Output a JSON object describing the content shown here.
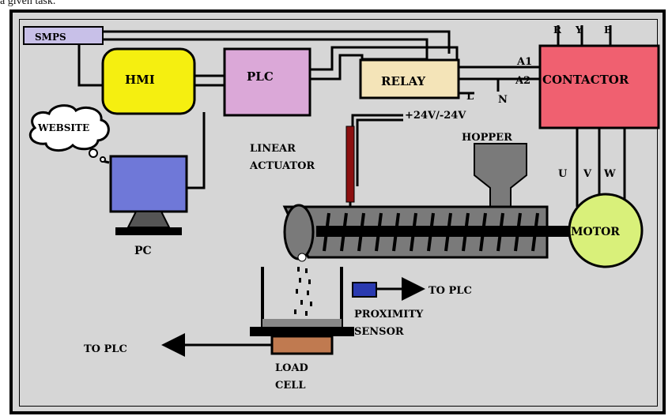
{
  "caption": "a given task.",
  "blocks": {
    "smps": "SMPS",
    "hmi": "HMI",
    "plc": "PLC",
    "relay": "RELAY",
    "contactor": "CONTACTOR",
    "pc": "PC",
    "website": "WEBSITE",
    "motor": "MOTOR",
    "hopper": "HOPPER",
    "linear_actuator_1": "LINEAR",
    "linear_actuator_2": "ACTUATOR",
    "proximity_1": "PROXIMITY",
    "proximity_2": "SENSOR",
    "load_cell_1": "LOAD",
    "load_cell_2": "CELL"
  },
  "terminals": {
    "a1": "A1",
    "a2": "A2",
    "l": "L",
    "n": "N",
    "voltage": "+24V/-24V",
    "r": "R",
    "y": "Y",
    "b": "B",
    "u": "U",
    "v": "V",
    "w": "W"
  },
  "arrows": {
    "to_plc_right": "TO PLC",
    "to_plc_left": "TO PLC"
  },
  "colors": {
    "background": "#d6d6d6",
    "smps": "#c8c0e8",
    "hmi": "#f5ef10",
    "plc": "#dba8d8",
    "relay": "#f4e4b8",
    "contactor": "#f06070",
    "pc_screen": "#6f78d8",
    "motor": "#d9f07a",
    "screw_barrel": "#7a7a7a",
    "actuator_rod": "#8b1010",
    "load_cell": "#c07a50",
    "proximity": "#2a3ab0"
  }
}
